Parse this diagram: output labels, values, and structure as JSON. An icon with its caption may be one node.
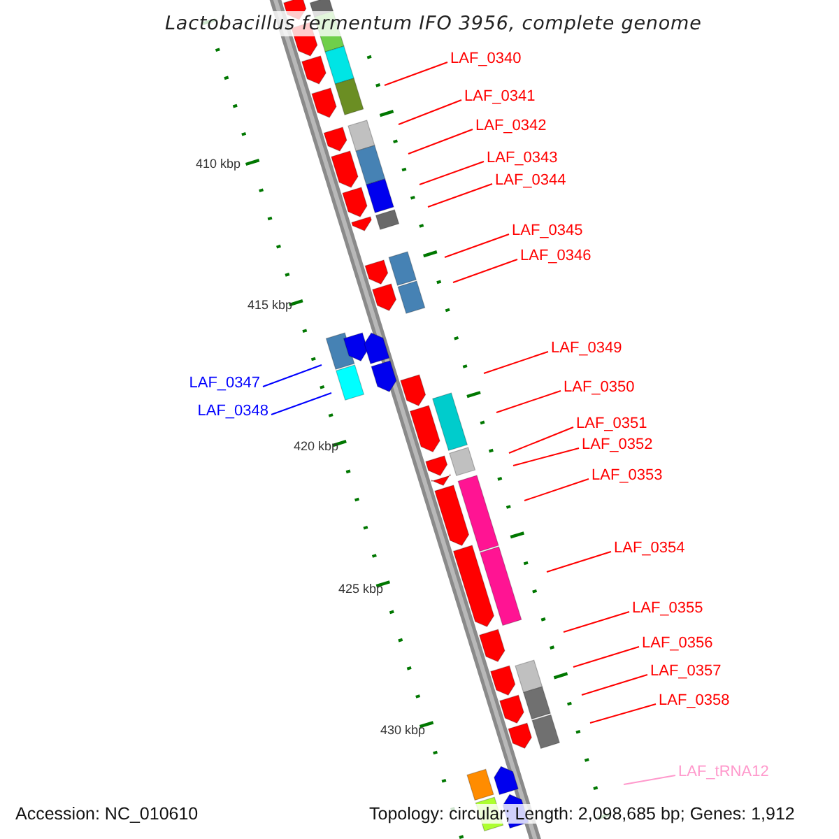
{
  "diagram": {
    "title": "Lactobacillus fermentum IFO 3956, complete genome",
    "nodes": [
      {
        "text": [
          "LAF_0340"
        ]
      },
      {
        "text": [
          "LAF_0341"
        ]
      },
      {
        "text": [
          "LAF_0342"
        ]
      },
      {
        "text": [
          "LAF_0343"
        ]
      },
      {
        "text": [
          "LAF_0344"
        ]
      },
      {
        "text": [
          "LAF_0345"
        ]
      },
      {
        "text": [
          "LAF_0346"
        ]
      },
      {
        "text": [
          "LAF_0347"
        ]
      },
      {
        "text": [
          "LAF_0348"
        ]
      },
      {
        "text": [
          "LAF_0349"
        ]
      },
      {
        "text": [
          "LAF_0350"
        ]
      },
      {
        "text": [
          "LAF_0351"
        ]
      },
      {
        "text": [
          "LAF_0352"
        ]
      },
      {
        "text": [
          "LAF_0353"
        ]
      },
      {
        "text": [
          "LAF_0354"
        ]
      },
      {
        "text": [
          "LAF_0355"
        ]
      },
      {
        "text": [
          "LAF_0356"
        ]
      },
      {
        "text": [
          "LAF_0357"
        ]
      },
      {
        "text": [
          "LAF_0358"
        ]
      },
      {
        "text": [
          "LAF_tRNA12"
        ]
      }
    ],
    "edges": [
      {
        "from": 0,
        "to": null,
        "arrow": "none"
      },
      {
        "from": 1,
        "to": null,
        "arrow": "none"
      },
      {
        "from": 2,
        "to": null,
        "arrow": "none"
      },
      {
        "from": 3,
        "to": null,
        "arrow": "none"
      },
      {
        "from": 4,
        "to": null,
        "arrow": "none"
      },
      {
        "from": 5,
        "to": null,
        "arrow": "none"
      },
      {
        "from": 6,
        "to": null,
        "arrow": "none"
      },
      {
        "from": 7,
        "to": null,
        "arrow": "none",
        "color": "#0000ff"
      },
      {
        "from": 8,
        "to": null,
        "arrow": "none",
        "color": "#0000ff"
      },
      {
        "from": 9,
        "to": null,
        "arrow": "none"
      },
      {
        "from": 10,
        "to": null,
        "arrow": "none"
      },
      {
        "from": 11,
        "to": null,
        "arrow": "none"
      },
      {
        "from": 12,
        "to": null,
        "arrow": "none"
      },
      {
        "from": 13,
        "to": null,
        "arrow": "none"
      },
      {
        "from": 14,
        "to": null,
        "arrow": "none"
      },
      {
        "from": 15,
        "to": null,
        "arrow": "none"
      },
      {
        "from": 16,
        "to": null,
        "arrow": "none"
      },
      {
        "from": 17,
        "to": null,
        "arrow": "none"
      },
      {
        "from": 18,
        "to": null,
        "arrow": "none"
      },
      {
        "from": 19,
        "to": null,
        "arrow": "none",
        "color": "#ff99cc"
      }
    ],
    "labels": [
      "410 kbp",
      "415 kbp",
      "420 kbp",
      "425 kbp",
      "430 kbp",
      "Accession: NC_010610",
      "Topology: circular; Length: 2,098,685 bp; Genes: 1,912"
    ]
  }
}
